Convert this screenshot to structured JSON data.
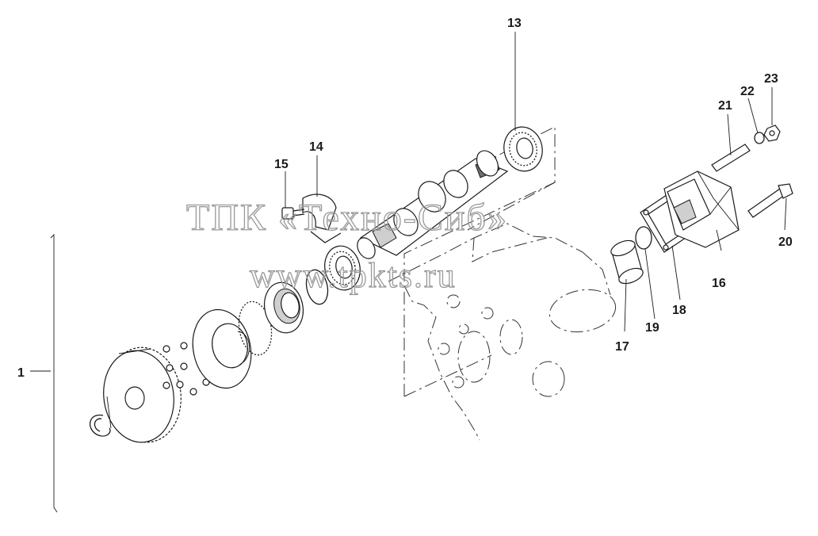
{
  "watermark": {
    "line1": "ТПК «Техно-Сиб»",
    "line2": "www.tpkts.ru"
  },
  "callouts": {
    "c1": "1",
    "c13": "13",
    "c14": "14",
    "c15": "15",
    "c16": "16",
    "c17": "17",
    "c18": "18",
    "c19": "19",
    "c20": "20",
    "c21": "21",
    "c22": "22",
    "c23": "23"
  },
  "colors": {
    "line": "#1a1a1a",
    "watermark": "#9a9a9a",
    "background": "#ffffff"
  }
}
